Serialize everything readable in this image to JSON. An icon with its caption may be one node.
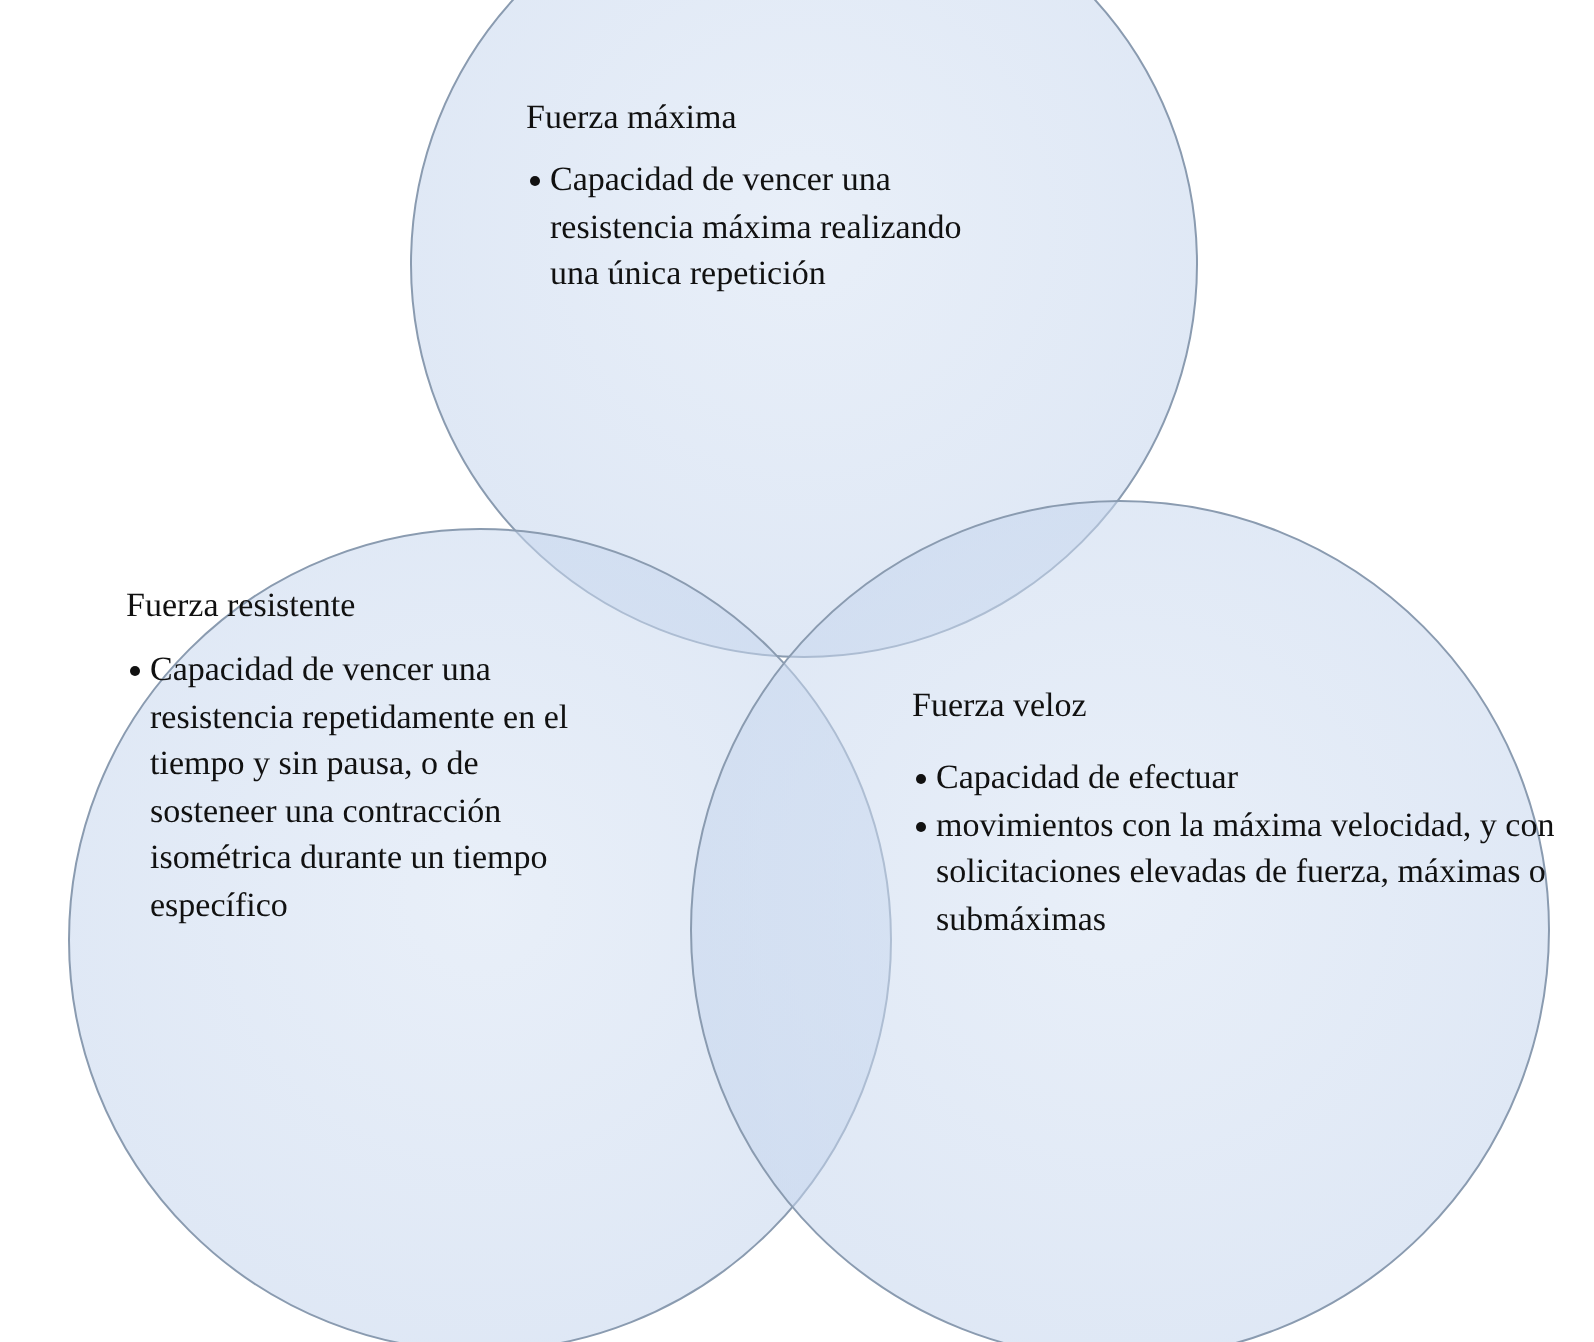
{
  "diagram": {
    "nodes": [
      {
        "text": [
          "Fuerza máxima",
          "Capacidad de vencer una resistencia máxima realizando una única repetición"
        ]
      },
      {
        "text": [
          "Fuerza resistente",
          "Capacidad de vencer una resistencia repetidamente en el tiempo y sin pausa, o de sosteneer una contracción isométrica durante un tiempo específico"
        ]
      },
      {
        "text": [
          "Fuerza veloz",
          "Capacidad de efectuar",
          "movimientos con la máxima velocidad, y con solicitaciones elevadas de fuerza, máximas o submáximas"
        ]
      }
    ]
  }
}
